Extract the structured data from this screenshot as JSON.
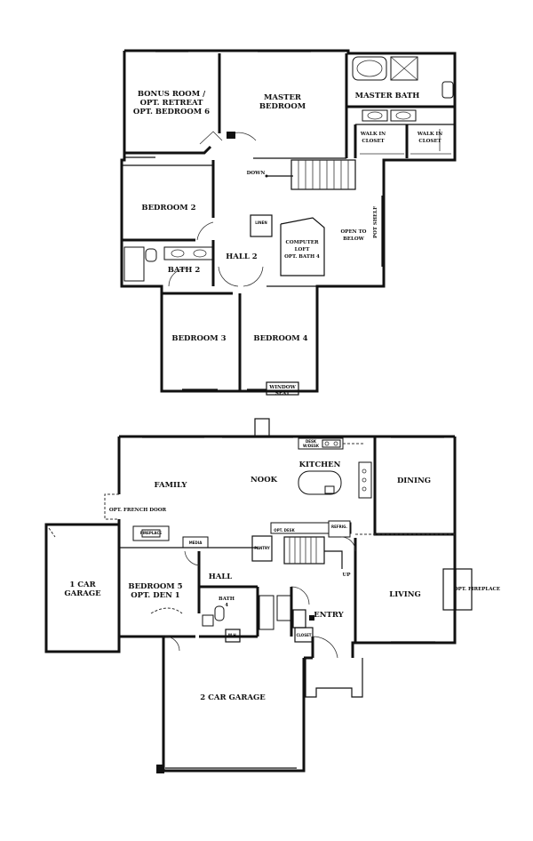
{
  "upper_floor": {
    "bonus_room": [
      "BONUS ROOM /",
      "OPT. RETREAT",
      "OPT. BEDROOM 6"
    ],
    "master_bedroom": [
      "MASTER",
      "BEDROOM"
    ],
    "master_bath": "MASTER BATH",
    "walk_in_closet_1": [
      "WALK IN",
      "CLOSET"
    ],
    "walk_in_closet_2": [
      "WALK IN",
      "CLOSET"
    ],
    "down": "DOWN",
    "bedroom_2": "BEDROOM 2",
    "linen": "LINEN",
    "computer_loft": [
      "COMPUTER",
      "LOFT",
      "OPT. BATH 4"
    ],
    "open_to_below": [
      "OPEN TO",
      "BELOW"
    ],
    "pot_shelf": "POT SHELF",
    "hall_2": "HALL 2",
    "bath_2": "BATH 2",
    "bedroom_3": "BEDROOM 3",
    "bedroom_4": "BEDROOM 4",
    "window_seat": [
      "WINDOW",
      "SEAT"
    ]
  },
  "main_floor": {
    "desk": [
      "DESK",
      "W/DESK"
    ],
    "family": "FAMILY",
    "nook": "NOOK",
    "kitchen": "KITCHEN",
    "dining": "DINING",
    "opt_french_door": "OPT. FRENCH DOOR",
    "fireplace": "FIREPLACE",
    "media": "MEDIA",
    "pantry": "PANTRY",
    "opt_desk": "OPT. DESK",
    "refrig": "REFRIG.",
    "up": "UP",
    "one_car_garage": [
      "1 CAR",
      "GARAGE"
    ],
    "bedroom_5": [
      "BEDROOM 5",
      "OPT. DEN 1"
    ],
    "hall": "HALL",
    "bath": [
      "BATH",
      "4"
    ],
    "wh": "W.H.",
    "entry": "ENTRY",
    "closet": "CLOSET",
    "living": "LIVING",
    "opt_fireplace": "OPT. FIREPLACE",
    "two_car_garage": "2 CAR GARAGE"
  }
}
